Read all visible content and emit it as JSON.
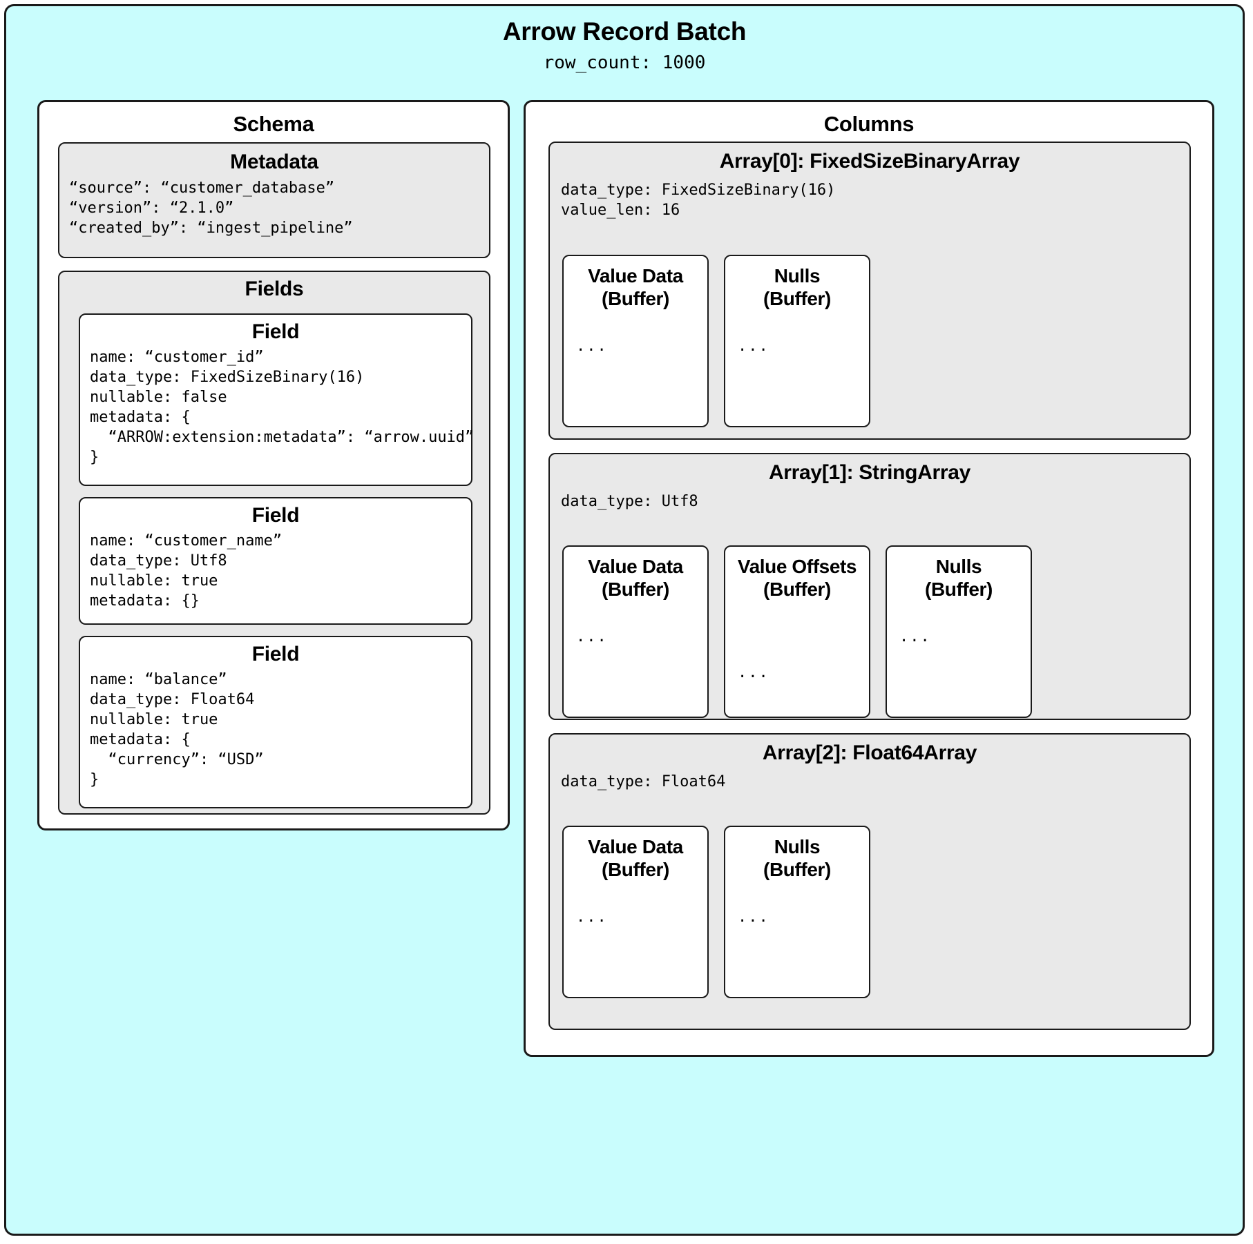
{
  "record_batch": {
    "title": "Arrow Record Batch",
    "subtitle": "row_count: 1000"
  },
  "schema": {
    "title": "Schema",
    "metadata": {
      "title": "Metadata",
      "lines": "“source”: “customer_database”\n“version”: “2.1.0”\n“created_by”: “ingest_pipeline”"
    },
    "fields_title": "Fields",
    "fields": [
      {
        "title": "Field",
        "lines": "name: “customer_id”\ndata_type: FixedSizeBinary(16)\nnullable: false\nmetadata: {\n  “ARROW:extension:metadata”: “arrow.uuid”\n}"
      },
      {
        "title": "Field",
        "lines": "name: “customer_name”\ndata_type: Utf8\nnullable: true\nmetadata: {}"
      },
      {
        "title": "Field",
        "lines": "name: “balance”\ndata_type: Float64\nnullable: true\nmetadata: {\n  “currency”: “USD”\n}"
      }
    ]
  },
  "columns": {
    "title": "Columns",
    "arrays": [
      {
        "title": "Array[0]: FixedSizeBinaryArray",
        "meta": "data_type: FixedSizeBinary(16)\nvalue_len: 16",
        "buffers": [
          {
            "title": "Value Data\n(Buffer)",
            "content": "..."
          },
          {
            "title": "Nulls\n(Buffer)",
            "content": "..."
          }
        ]
      },
      {
        "title": "Array[1]: StringArray",
        "meta": "data_type: Utf8",
        "buffers": [
          {
            "title": "Value Data\n(Buffer)",
            "content": "..."
          },
          {
            "title": "Value Offsets\n(Buffer)",
            "content": "..."
          },
          {
            "title": "Nulls\n(Buffer)",
            "content": "..."
          }
        ]
      },
      {
        "title": "Array[2]: Float64Array",
        "meta": "data_type: Float64",
        "buffers": [
          {
            "title": "Value Data\n(Buffer)",
            "content": "..."
          },
          {
            "title": "Nulls\n(Buffer)",
            "content": "..."
          }
        ]
      }
    ]
  },
  "colors": {
    "canvas": "#c9fdfd",
    "panel_bg": "#ffffff",
    "group_bg": "#e9e9e9",
    "stroke": "#1a1a1a"
  }
}
